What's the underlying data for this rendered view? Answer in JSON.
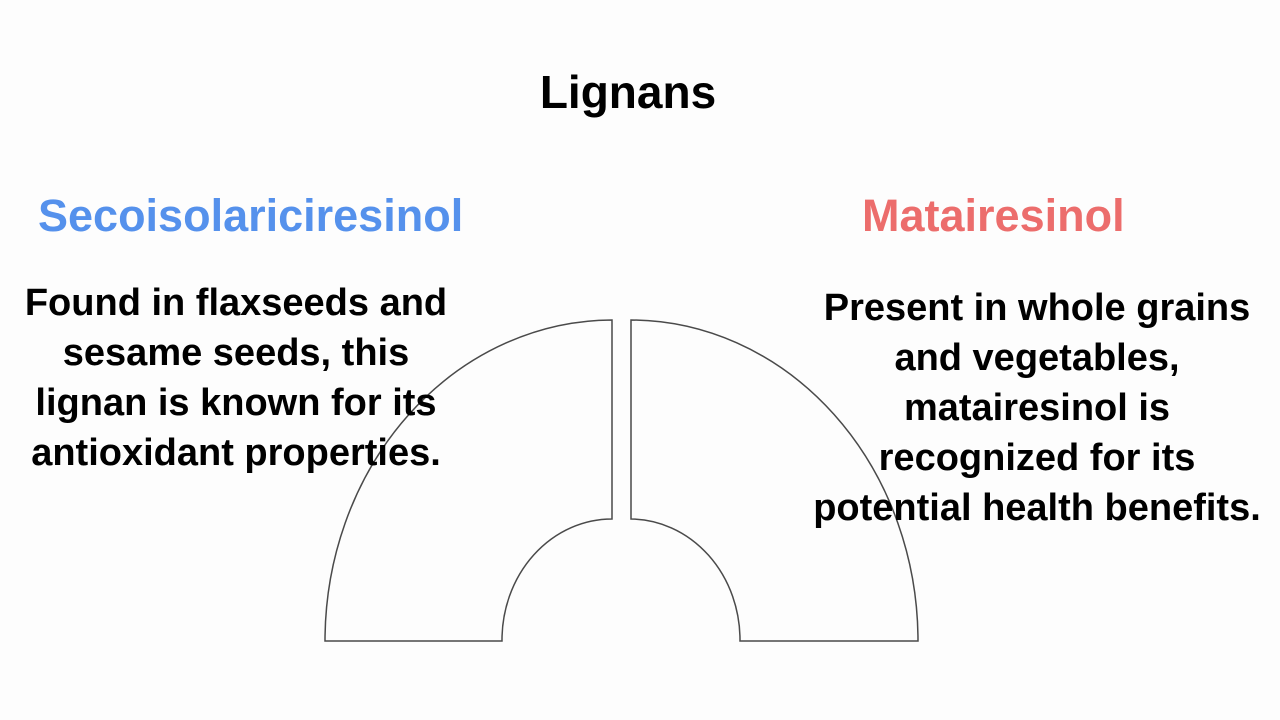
{
  "title": "Lignans",
  "colors": {
    "left_heading": "#5591ec",
    "right_heading": "#ec6d6c",
    "outline": "#4a4a4a",
    "background": "#fdfdfd"
  },
  "left": {
    "heading": "Secoisolariciresinol",
    "lines": [
      "Found in flaxseeds and",
      "sesame seeds, this",
      "lignan is known for its",
      "antioxidant properties."
    ]
  },
  "right": {
    "heading": "Matairesinol",
    "lines": [
      "Present in whole grains",
      "and vegetables,",
      "matairesinol is",
      "recognized for its",
      "potential health benefits."
    ]
  }
}
